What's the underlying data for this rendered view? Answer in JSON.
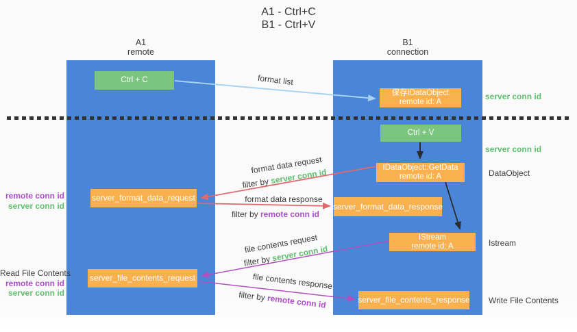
{
  "title": {
    "line1": "A1 - Ctrl+C",
    "line2": "B1 - Ctrl+V"
  },
  "columns": {
    "a1": {
      "name": "A1",
      "subtitle": "remote"
    },
    "b1": {
      "name": "B1",
      "subtitle": "connection"
    }
  },
  "nodes": {
    "ctrl_c": "Ctrl + C",
    "ctrl_v": "Ctrl + V",
    "save_idataobject": {
      "line1": "保存IDataObject",
      "line2": "remote id: A"
    },
    "getdata": {
      "line1": "IDataObject::GetData",
      "line2": "remote id: A"
    },
    "istream": {
      "line1": "IStream",
      "line2": "remote id: A"
    },
    "format_request": "server_format_data_request",
    "format_response": "server_format_data_response",
    "file_request": "server_file_contents_request",
    "file_response": "server_file_contents_response"
  },
  "labels": {
    "format_list": "format list",
    "format_data_request": "format data request",
    "format_data_response": "format data response",
    "file_contents_request": "file contents request",
    "file_contents_response": "file contents response",
    "filter_by": "filter by ",
    "server_conn_id": "server conn id",
    "remote_conn_id": "remote conn id",
    "dataobject": "DataObject",
    "istream_side": "Istream",
    "read_file_contents": "Read File Contents",
    "write_file_contents": "Write File Contents"
  },
  "colors": {
    "column_blue": "#4a85d7",
    "node_green": "#7cc57f",
    "node_orange": "#f9b04f",
    "arrow_lightblue": "#a6d3ef",
    "arrow_black": "#2b2b2b",
    "arrow_red": "#e2696d",
    "arrow_purple": "#b14fc0",
    "text_green": "#5fbe6e",
    "text_purple": "#ab4ec4",
    "text_dark": "#3c3c3c",
    "background": "#fafafa"
  }
}
